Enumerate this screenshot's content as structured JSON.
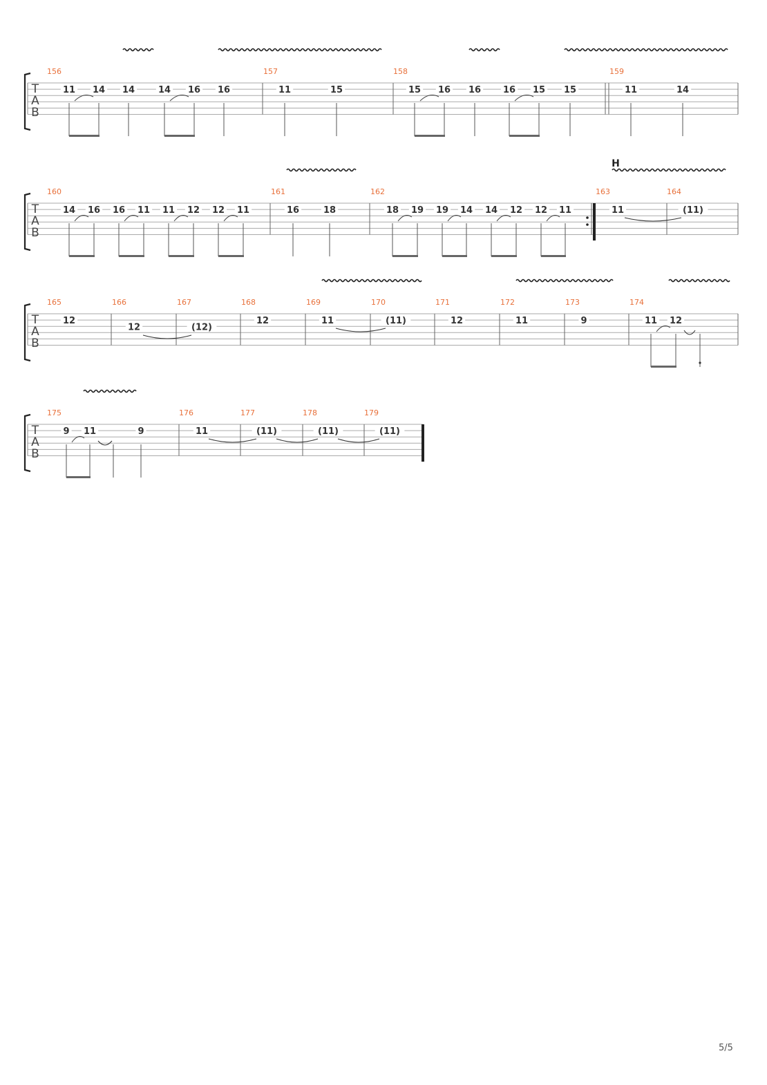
{
  "page": {
    "number": "5/5"
  },
  "tab_letters": [
    "T",
    "A",
    "B"
  ],
  "systems": [
    {
      "measures": [
        {
          "number": "156",
          "notes": [
            {
              "fret": "11",
              "string": 2
            },
            {
              "fret": "14",
              "string": 2
            },
            {
              "fret": "14",
              "string": 2
            },
            {
              "fret": "14",
              "string": 2
            },
            {
              "fret": "16",
              "string": 2
            },
            {
              "fret": "16",
              "string": 2
            }
          ]
        },
        {
          "number": "157",
          "notes": [
            {
              "fret": "11",
              "string": 2
            },
            {
              "fret": "15",
              "string": 2
            }
          ]
        },
        {
          "number": "158",
          "notes": [
            {
              "fret": "15",
              "string": 2
            },
            {
              "fret": "16",
              "string": 2
            },
            {
              "fret": "16",
              "string": 2
            },
            {
              "fret": "16",
              "string": 2
            },
            {
              "fret": "15",
              "string": 2
            },
            {
              "fret": "15",
              "string": 2
            }
          ]
        },
        {
          "number": "159",
          "notes": [
            {
              "fret": "11",
              "string": 2
            },
            {
              "fret": "14",
              "string": 2
            }
          ]
        }
      ]
    },
    {
      "section_marker": "H",
      "measures": [
        {
          "number": "160",
          "notes": [
            {
              "fret": "14",
              "string": 2
            },
            {
              "fret": "16",
              "string": 2
            },
            {
              "fret": "16",
              "string": 2
            },
            {
              "fret": "11",
              "string": 2
            },
            {
              "fret": "11",
              "string": 2
            },
            {
              "fret": "12",
              "string": 2
            },
            {
              "fret": "12",
              "string": 2
            },
            {
              "fret": "11",
              "string": 2
            }
          ]
        },
        {
          "number": "161",
          "notes": [
            {
              "fret": "16",
              "string": 2
            },
            {
              "fret": "18",
              "string": 2
            }
          ]
        },
        {
          "number": "162",
          "notes": [
            {
              "fret": "18",
              "string": 2
            },
            {
              "fret": "19",
              "string": 2
            },
            {
              "fret": "19",
              "string": 2
            },
            {
              "fret": "14",
              "string": 2
            },
            {
              "fret": "14",
              "string": 2
            },
            {
              "fret": "12",
              "string": 2
            },
            {
              "fret": "12",
              "string": 2
            },
            {
              "fret": "11",
              "string": 2
            }
          ]
        },
        {
          "number": "163",
          "notes": [
            {
              "fret": "11",
              "string": 2
            }
          ]
        },
        {
          "number": "164",
          "notes": [
            {
              "fret": "(11)",
              "string": 2
            }
          ]
        }
      ]
    },
    {
      "measures": [
        {
          "number": "165",
          "notes": [
            {
              "fret": "12",
              "string": 2
            }
          ]
        },
        {
          "number": "166",
          "notes": [
            {
              "fret": "12",
              "string": 3
            }
          ]
        },
        {
          "number": "167",
          "notes": [
            {
              "fret": "(12)",
              "string": 3
            }
          ]
        },
        {
          "number": "168",
          "notes": [
            {
              "fret": "12",
              "string": 2
            }
          ]
        },
        {
          "number": "169",
          "notes": [
            {
              "fret": "11",
              "string": 2
            }
          ]
        },
        {
          "number": "170",
          "notes": [
            {
              "fret": "(11)",
              "string": 2
            }
          ]
        },
        {
          "number": "171",
          "notes": [
            {
              "fret": "12",
              "string": 2
            }
          ]
        },
        {
          "number": "172",
          "notes": [
            {
              "fret": "11",
              "string": 2
            }
          ]
        },
        {
          "number": "173",
          "notes": [
            {
              "fret": "9",
              "string": 2
            }
          ]
        },
        {
          "number": "174",
          "notes": [
            {
              "fret": "11",
              "string": 2
            },
            {
              "fret": "12",
              "string": 2
            }
          ]
        }
      ]
    },
    {
      "measures": [
        {
          "number": "175",
          "notes": [
            {
              "fret": "9",
              "string": 2
            },
            {
              "fret": "11",
              "string": 2
            },
            {
              "fret": "9",
              "string": 2
            }
          ]
        },
        {
          "number": "176",
          "notes": [
            {
              "fret": "11",
              "string": 2
            }
          ]
        },
        {
          "number": "177",
          "notes": [
            {
              "fret": "(11)",
              "string": 2
            }
          ]
        },
        {
          "number": "178",
          "notes": [
            {
              "fret": "(11)",
              "string": 2
            }
          ]
        },
        {
          "number": "179",
          "notes": [
            {
              "fret": "(11)",
              "string": 2
            }
          ]
        }
      ]
    }
  ]
}
